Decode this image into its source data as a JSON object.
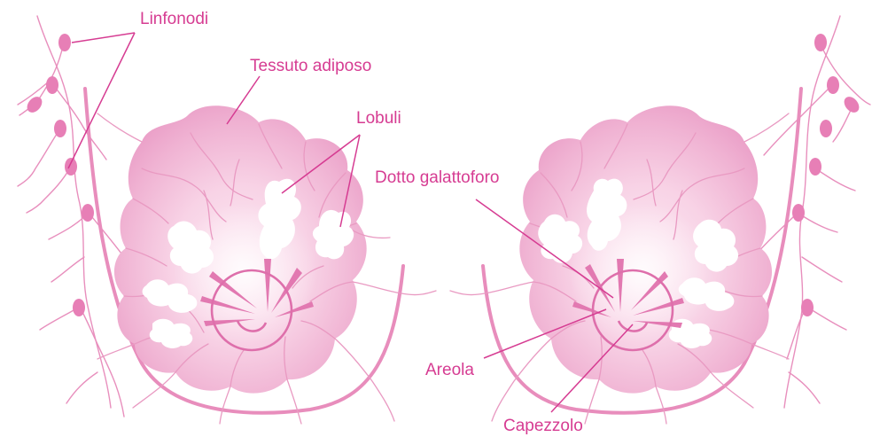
{
  "labels": {
    "lymph_nodes": "Linfonodi",
    "adipose_tissue": "Tessuto adiposo",
    "lobules": "Lobuli",
    "milk_duct": "Dotto galattoforo",
    "areola": "Areola",
    "nipple": "Capezzolo"
  },
  "colors": {
    "label_text": "#d63c92",
    "tissue_outer": "#f3bedb",
    "tissue_center": "#fbe4f0",
    "tissue_edge": "#eb9fc9",
    "lymph_node": "#e77fb6",
    "lobule": "#ffffff"
  }
}
